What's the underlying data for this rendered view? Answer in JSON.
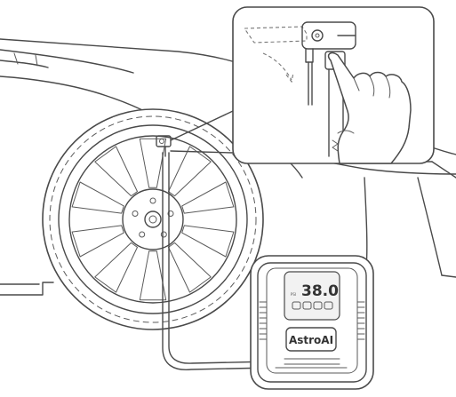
{
  "device": {
    "display_value": "38.0",
    "display_unit": "PSI",
    "brand": "AstroAI"
  },
  "colors": {
    "line": "#4a4a4a",
    "fill": "#ffffff",
    "screen": "#f2f2f2"
  },
  "icons": [
    "car-body-outline",
    "tire-outline",
    "rim-spokes",
    "valve-stem-icon",
    "air-hose",
    "pump-device",
    "zoom-callout",
    "hand-pointer-icon",
    "dashed-arrow-icon"
  ]
}
